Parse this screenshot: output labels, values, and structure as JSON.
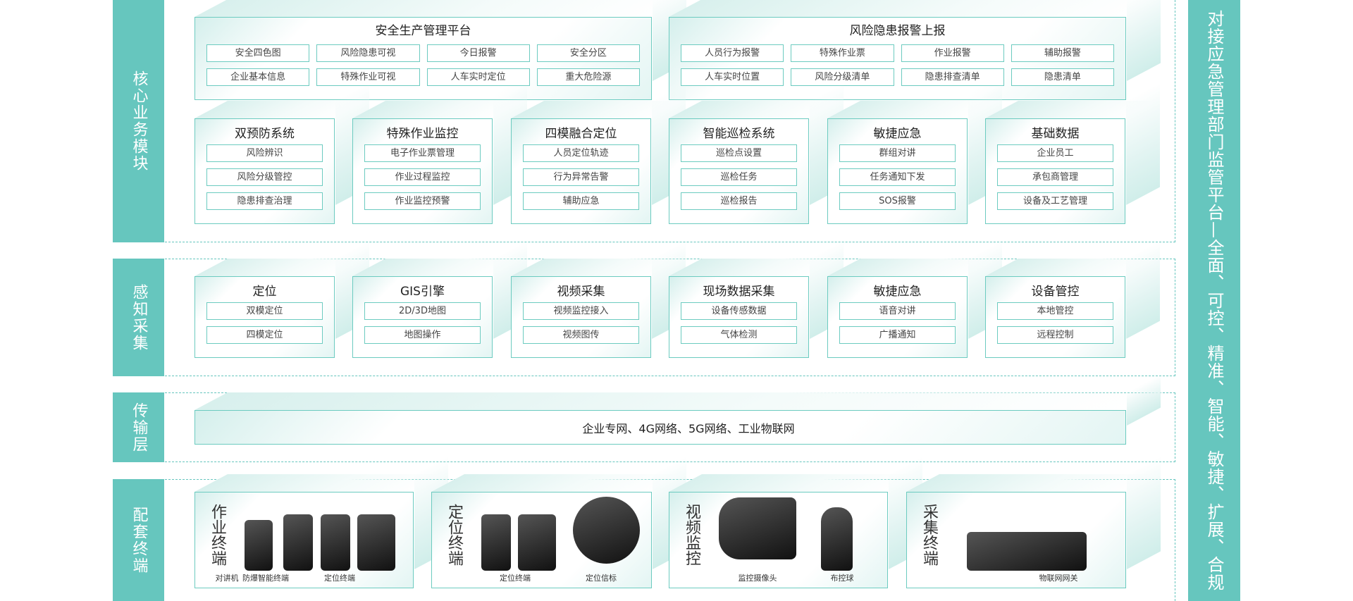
{
  "side_labels": {
    "core": "核心业务模块",
    "perception": "感知采集",
    "transport": "传输层",
    "terminals": "配套终端",
    "right": "对接应急管理部门监管平台—全面、可控、精准、智能、敏捷、扩展、合规"
  },
  "core_top": [
    {
      "title": "安全生产管理平台",
      "items": [
        "安全四色图",
        "风险隐患可视",
        "今日报警",
        "安全分区",
        "企业基本信息",
        "特殊作业可视",
        "人车实时定位",
        "重大危险源"
      ]
    },
    {
      "title": "风险隐患报警上报",
      "items": [
        "人员行为报警",
        "特殊作业票",
        "作业报警",
        "辅助报警",
        "人车实时位置",
        "风险分级清单",
        "隐患排查清单",
        "隐患清单"
      ]
    }
  ],
  "core_modules": [
    {
      "title": "双预防系统",
      "items": [
        "风险辨识",
        "风险分级管控",
        "隐患排查治理"
      ]
    },
    {
      "title": "特殊作业监控",
      "items": [
        "电子作业票管理",
        "作业过程监控",
        "作业监控预警"
      ]
    },
    {
      "title": "四模融合定位",
      "items": [
        "人员定位轨迹",
        "行为异常告警",
        "辅助应急"
      ]
    },
    {
      "title": "智能巡检系统",
      "items": [
        "巡检点设置",
        "巡检任务",
        "巡检报告"
      ]
    },
    {
      "title": "敏捷应急",
      "items": [
        "群组对讲",
        "任务通知下发",
        "SOS报警"
      ]
    },
    {
      "title": "基础数据",
      "items": [
        "企业员工",
        "承包商管理",
        "设备及工艺管理"
      ]
    }
  ],
  "perception_modules": [
    {
      "title": "定位",
      "items": [
        "双模定位",
        "四模定位"
      ]
    },
    {
      "title": "GIS引擎",
      "items": [
        "2D/3D地图",
        "地图操作"
      ]
    },
    {
      "title": "视频采集",
      "items": [
        "视频监控接入",
        "视频图传"
      ]
    },
    {
      "title": "现场数据采集",
      "items": [
        "设备传感数据",
        "气体检测"
      ]
    },
    {
      "title": "敏捷应急",
      "items": [
        "语音对讲",
        "广播通知"
      ]
    },
    {
      "title": "设备管控",
      "items": [
        "本地管控",
        "远程控制"
      ]
    }
  ],
  "transport": {
    "text": "企业专网、4G网络、5G网络、工业物联网"
  },
  "terminals": [
    {
      "title": "作业终端",
      "labels": [
        "对讲机",
        "防爆智能终端",
        "定位终端"
      ]
    },
    {
      "title": "定位终端",
      "labels": [
        "定位终端",
        "定位信标"
      ]
    },
    {
      "title": "视频监控",
      "labels": [
        "监控摄像头",
        "布控球"
      ]
    },
    {
      "title": "采集终端",
      "labels": [
        "物联网网关"
      ]
    }
  ],
  "colors": {
    "accent": "#66c6be",
    "border": "#6ccbc0"
  }
}
